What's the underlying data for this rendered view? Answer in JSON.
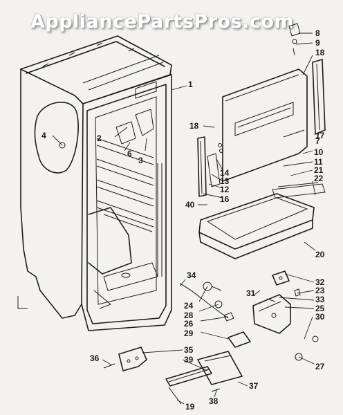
{
  "watermark": "AppliancePartsPros.com",
  "callouts": [
    "1",
    "2",
    "3",
    "4",
    "6",
    "7",
    "8",
    "9",
    "10",
    "11",
    "12",
    "13",
    "14",
    "16",
    "17",
    "18",
    "18",
    "19",
    "20",
    "21",
    "22",
    "23",
    "24",
    "25",
    "26",
    "27",
    "28",
    "29",
    "30",
    "31",
    "32",
    "33",
    "34",
    "35",
    "36",
    "37",
    "38",
    "39",
    "40"
  ]
}
